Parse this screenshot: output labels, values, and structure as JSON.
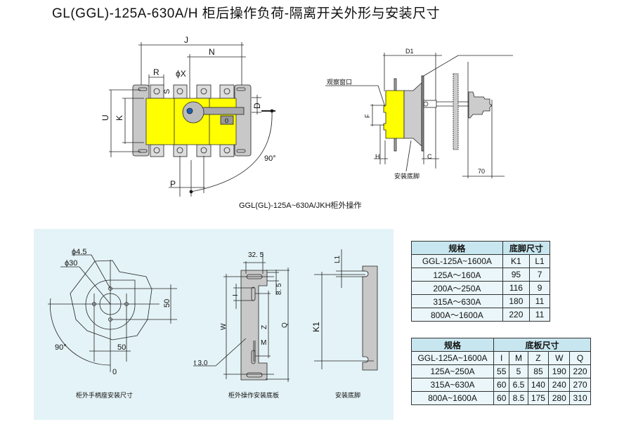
{
  "title": "GL(GGL)-125A-630A/H  柜后操作负荷-隔离开关外形与安装尺寸",
  "caption": "GGL(GL)-125A~630A/JKH柜外操作",
  "front_view": {
    "labels": {
      "J": "J",
      "N": "N",
      "R": "R",
      "X": "ϕX",
      "S": "S",
      "U": "U",
      "K": "K",
      "D": "D",
      "angle": "90°",
      "P": "P",
      "zero": "0"
    }
  },
  "side_view": {
    "labels": {
      "D1": "D1",
      "window": "观察窗口",
      "F": "F",
      "H": "H",
      "C": "C",
      "foot": "安装底脚",
      "dim70": "70"
    }
  },
  "handle_seat": {
    "labels": {
      "d45": "ϕ4.5",
      "d30": "ϕ30",
      "v50": "50",
      "h50": "50",
      "angle": "90°",
      "zero": "0"
    },
    "caption": "柜外手柄座安装尺寸"
  },
  "base_plate": {
    "labels": {
      "w": "32. 5",
      "m85": "8. 5",
      "I": "I",
      "W": "W",
      "Z": "Z",
      "Q": "Q",
      "M": "M",
      "t": "t 3.0"
    },
    "caption": "柜外操作安装底板"
  },
  "foot": {
    "labels": {
      "L1": "L1",
      "K1": "K1"
    },
    "caption": "安装底脚"
  },
  "table_foot": {
    "header": [
      "规格",
      "底脚尺寸"
    ],
    "sub": [
      "GGL-125A~1600A",
      "K1",
      "L1"
    ],
    "rows": [
      [
        "125A～160A",
        "95",
        "7"
      ],
      [
        "200A～250A",
        "116",
        "9"
      ],
      [
        "315A～630A",
        "180",
        "11"
      ],
      [
        "800A～1600A",
        "220",
        "11"
      ]
    ]
  },
  "table_plate": {
    "header": [
      "规格",
      "底板尺寸"
    ],
    "sub": [
      "GGL-125A~1600A",
      "I",
      "M",
      "Z",
      "W",
      "Q"
    ],
    "rows": [
      [
        "125A~250A",
        "55",
        "5",
        "85",
        "190",
        "220"
      ],
      [
        "315A~630A",
        "60",
        "6.5",
        "140",
        "240",
        "270"
      ],
      [
        "800A~1600A",
        "60",
        "8.5",
        "175",
        "280",
        "310"
      ]
    ]
  }
}
